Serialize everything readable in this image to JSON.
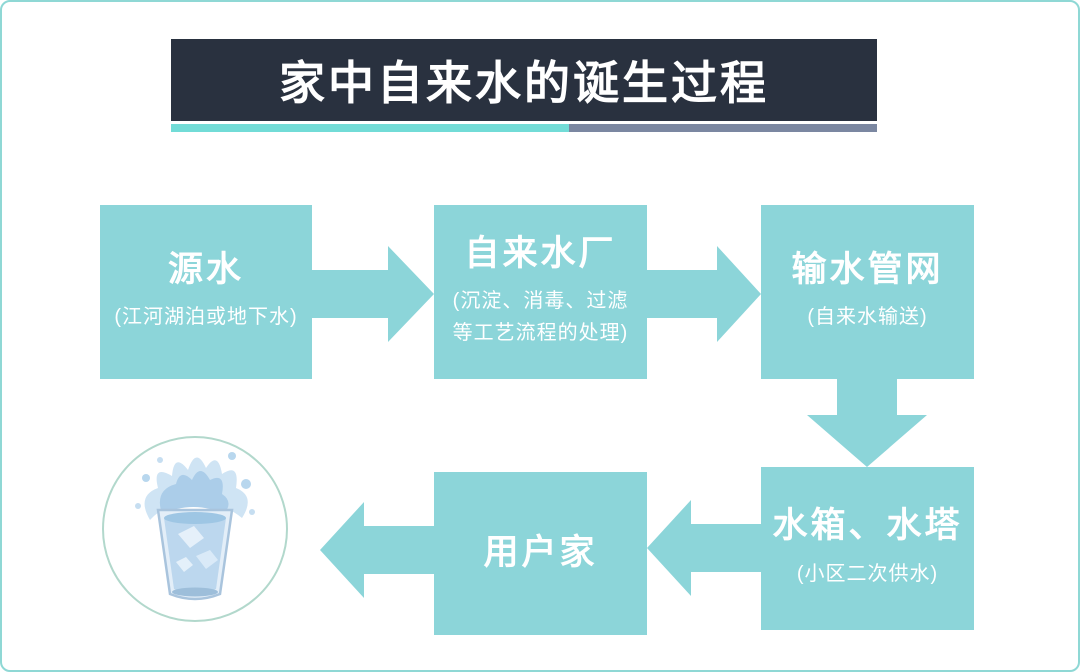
{
  "slide": {
    "background_color": "#ffffff",
    "border_color": "#8fd8d5"
  },
  "header": {
    "title": "家中自来水的诞生过程",
    "bar_color": "#29313f",
    "title_color": "#ffffff",
    "underline_teal_color": "#72dcd7",
    "underline_gray_color": "#7b87a1"
  },
  "flow": {
    "box_color": "#8cd5d9",
    "label_color": "#ffffff",
    "steps": [
      {
        "label": "源水",
        "sublabel": "(江河湖泊或地下水)"
      },
      {
        "label": "自来水厂",
        "sublabel": "(沉淀、消毒、过滤等工艺流程的处理)"
      },
      {
        "label": "输水管网",
        "sublabel": "(自来水输送)"
      },
      {
        "label": "水箱、水塔",
        "sublabel": "(小区二次供水)"
      },
      {
        "label": "用户家",
        "sublabel": ""
      }
    ],
    "arrow_icons": [
      "arrow-right-icon",
      "arrow-right-icon",
      "arrow-down-icon",
      "arrow-left-icon",
      "arrow-left-icon"
    ]
  },
  "illustration": {
    "name": "glass-of-water-photo",
    "circle_border_color": "#b2d8cc"
  }
}
